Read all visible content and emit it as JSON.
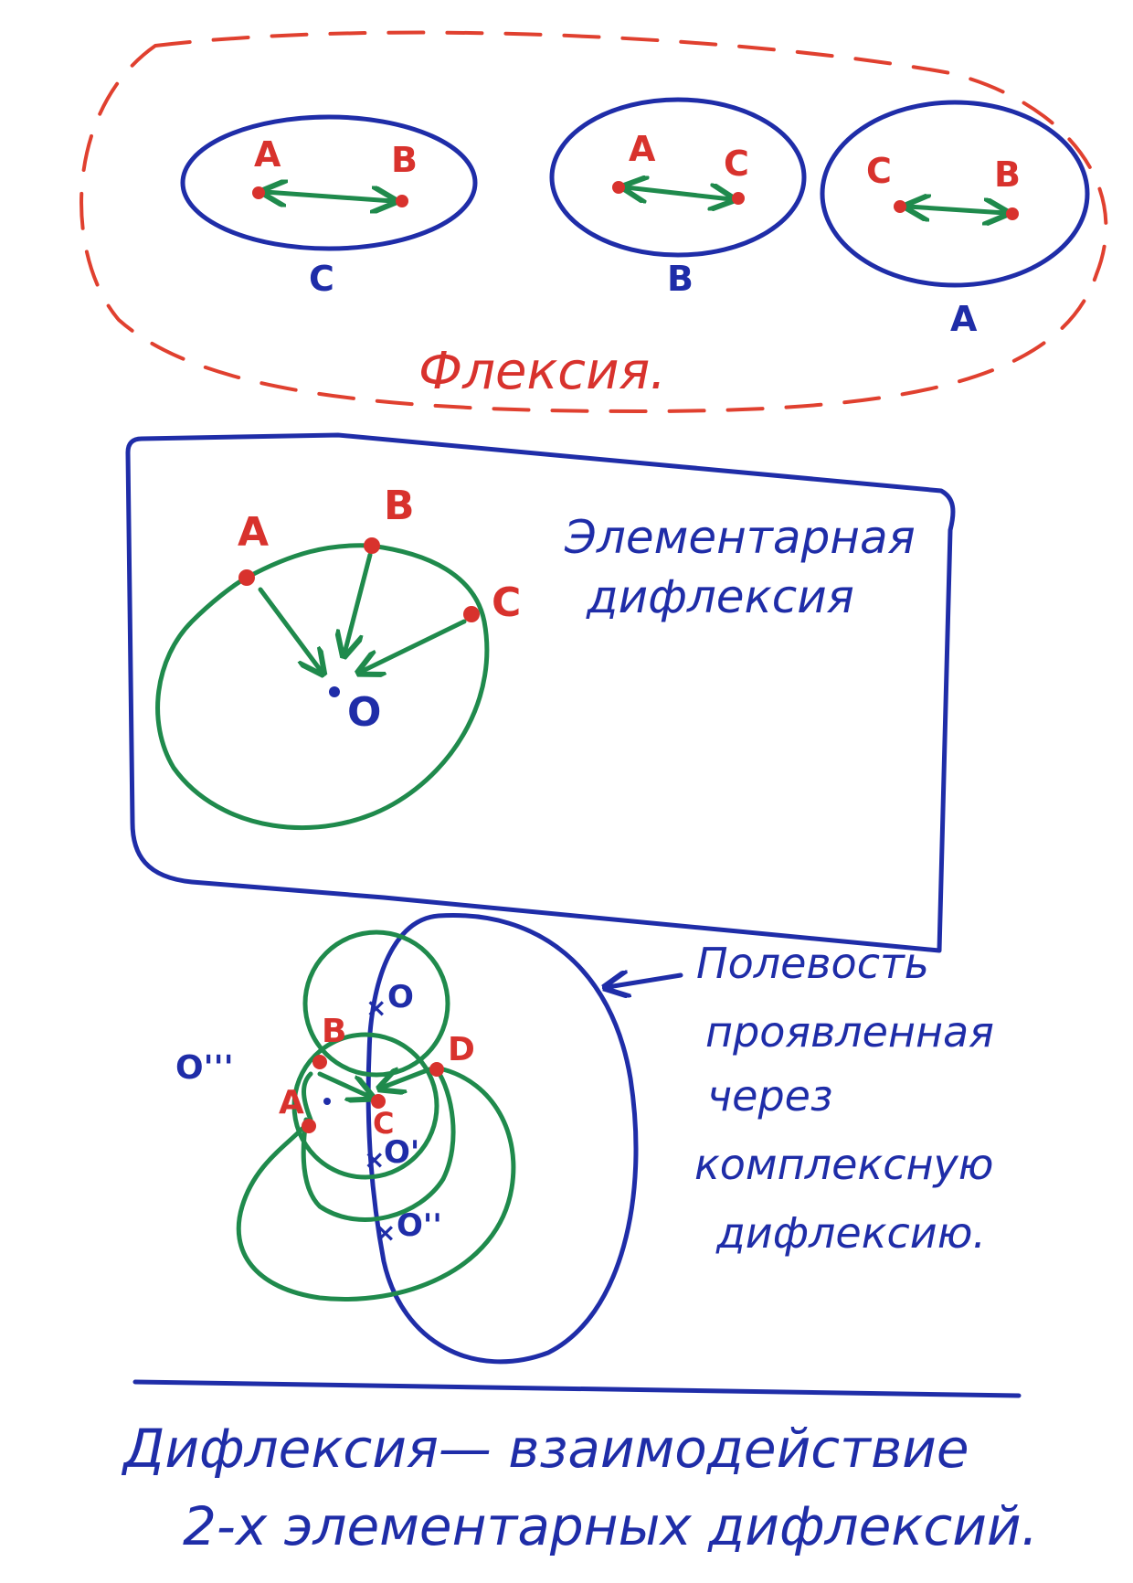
{
  "flexion": {
    "title": "Флексия.",
    "sets": [
      {
        "outer_label": "C",
        "left_point": "A",
        "right_point": "B"
      },
      {
        "outer_label": "B",
        "left_point": "A",
        "right_point": "C"
      },
      {
        "outer_label": "A",
        "left_point": "C",
        "right_point": "B"
      }
    ]
  },
  "elementary": {
    "title_line1": "Элементарная",
    "title_line2": "дифлексия",
    "points": {
      "a": "A",
      "b": "B",
      "c": "C",
      "o": "O"
    }
  },
  "complex": {
    "points": {
      "a": "A",
      "b": "B",
      "c": "C",
      "d": "D"
    },
    "centers": {
      "o": "O",
      "o1": "O'",
      "o2": "O''",
      "o3": "O'''"
    },
    "note_lines": [
      "Полевость",
      "проявленная",
      "через",
      "комплексную",
      "дифлексию."
    ]
  },
  "definition": {
    "line1": "Дифлексия— взаимодействие",
    "line2": "2-х элементарных дифлексий."
  },
  "colors": {
    "blue": "#1f2da8",
    "red": "#d8322d",
    "green": "#1f8a4c"
  }
}
